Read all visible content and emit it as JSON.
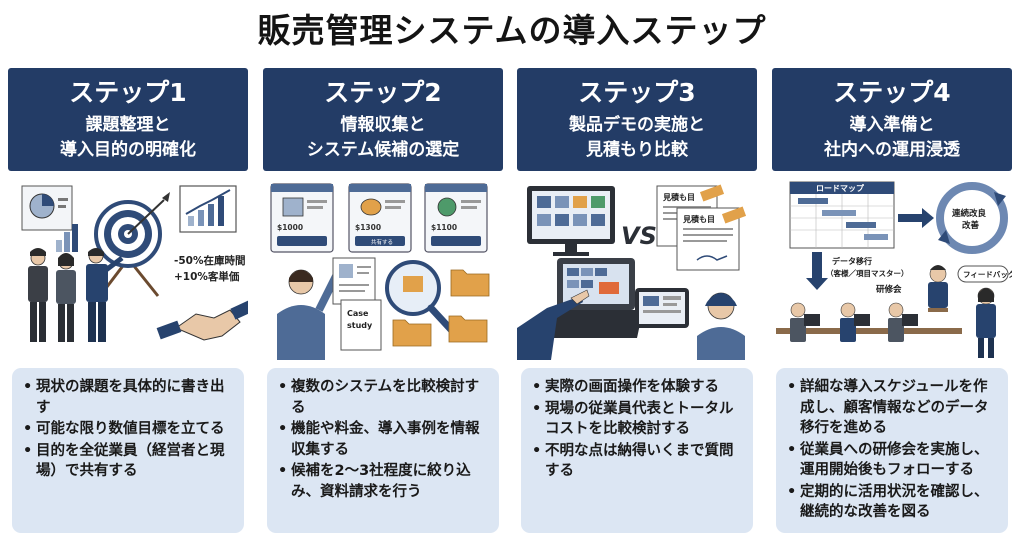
{
  "title": "販売管理システムの導入ステップ",
  "colors": {
    "header": "#233c66",
    "box": "#dce6f3",
    "accent": "#2f5b9a"
  },
  "steps": [
    {
      "number": "ステップ1",
      "subtitle_line1": "課題整理と",
      "subtitle_line2": "導入目的の明確化",
      "illus_text1": "-50%在庫時間",
      "illus_text2": "+10%客単価",
      "bullets": [
        "現状の課題を具体的に書き出す",
        "可能な限り数値目標を立てる",
        "目的を全従業員（経営者と現場）で共有する"
      ]
    },
    {
      "number": "ステップ2",
      "subtitle_line1": "情報収集と",
      "subtitle_line2": "システム候補の選定",
      "illus_price1": "$1000",
      "illus_price2": "$1300",
      "illus_price3": "$1100",
      "illus_btn": "共有する",
      "illus_case1": "Case",
      "illus_case2": "study",
      "bullets": [
        "複数のシステムを比較検討する",
        "機能や料金、導入事例を情報収集する",
        "候補を2～3社程度に絞り込み、資料請求を行う"
      ]
    },
    {
      "number": "ステップ3",
      "subtitle_line1": "製品デモの実施と",
      "subtitle_line2": "見積もり比較",
      "illus_vs": "VS",
      "illus_quote1": "見積も目",
      "illus_quote2": "見積も目",
      "bullets": [
        "実際の画面操作を体験する",
        "現場の従業員代表とトータルコストを比較検討する",
        "不明な点は納得いくまで質問する"
      ]
    },
    {
      "number": "ステップ4",
      "subtitle_line1": "導入準備と",
      "subtitle_line2": "社内への運用浸透",
      "illus_roadmap": "ロードマップ",
      "illus_cycle1": "連続改良",
      "illus_cycle2": "改善",
      "illus_migration1": "データ移行",
      "illus_migration2": "（客様／項目マスター）",
      "illus_training": "研修会",
      "illus_feedback": "フィードバック",
      "bullets": [
        "詳細な導入スケジュールを作成し、顧客情報などのデータ移行を進める",
        "従業員への研修会を実施し、運用開始後もフォローする",
        "定期的に活用状況を確認し、継続的な改善を図る"
      ]
    }
  ]
}
